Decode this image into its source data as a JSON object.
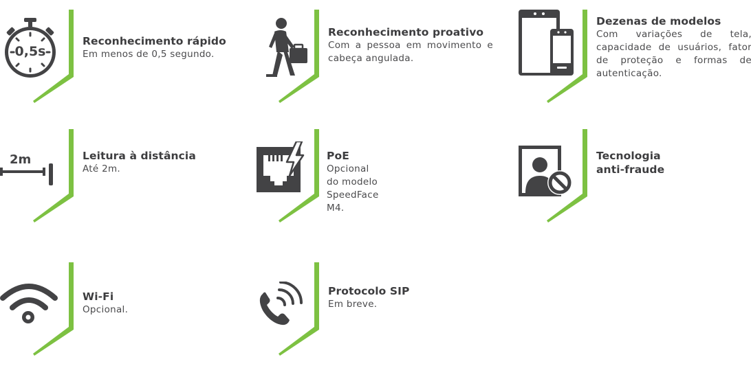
{
  "colors": {
    "accent": "#7dc142",
    "icon": "#434345",
    "text": "#3d3d3f"
  },
  "features": [
    {
      "icon": "stopwatch-icon",
      "icon_text": "0,5s",
      "title": "Reconhecimento rápido",
      "desc": "Em menos de 0,5 segundo."
    },
    {
      "icon": "walking-person-briefcase-icon",
      "title": "Reconhecimento proativo",
      "desc": "Com a pessoa em movimento e cabeça angulada."
    },
    {
      "icon": "devices-icon",
      "title": "Dezenas de modelos",
      "desc": "Com variações de tela, capacidade de usuários, fator de proteção e formas de autenticação."
    },
    {
      "icon": "distance-icon",
      "icon_text": "2m",
      "title": "Leitura à distância",
      "desc": "Até 2m."
    },
    {
      "icon": "ethernet-port-icon",
      "title": "PoE",
      "desc_line1": "Opcional do modelo",
      "desc_line2": "SpeedFace M4."
    },
    {
      "icon": "anti-fraud-photo-icon",
      "title": "Tecnologia anti-fraude"
    },
    {
      "icon": "wifi-icon",
      "title": "Wi-Fi",
      "desc": "Opcional."
    },
    {
      "icon": "phone-call-icon",
      "title": "Protocolo SIP",
      "desc": "Em breve."
    }
  ]
}
